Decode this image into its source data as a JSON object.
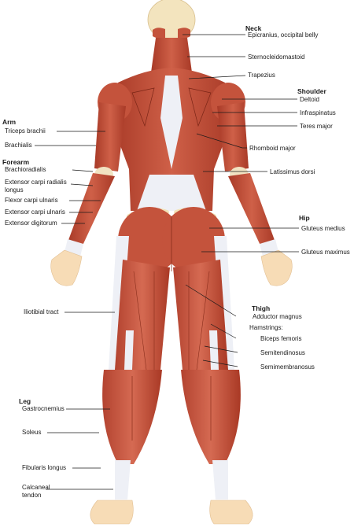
{
  "headers": {
    "neck": "Neck",
    "shoulder": "Shoulder",
    "arm": "Arm",
    "forearm": "Forearm",
    "hip": "Hip",
    "thigh": "Thigh",
    "leg": "Leg"
  },
  "right_labels": {
    "epicranius": "Epicranius, occipital belly",
    "sternocleidomastoid": "Sternocleidomastoid",
    "trapezius": "Trapezius",
    "deltoid": "Deltoid",
    "infraspinatus": "Infraspinatus",
    "teres_major": "Teres major",
    "rhomboid_major": "Rhomboid major",
    "latissimus_dorsi": "Latissimus dorsi",
    "gluteus_medius": "Gluteus medius",
    "gluteus_maximus": "Gluteus maximus",
    "adductor_magnus": "Adductor magnus",
    "hamstrings": "Hamstrings:",
    "biceps_femoris": "Biceps femoris",
    "semitendinosus": "Semitendinosus",
    "semimembranosus": "Semimembranosus"
  },
  "left_labels": {
    "triceps_brachii": "Triceps brachii",
    "brachialis": "Brachialis",
    "brachioradialis": "Brachioradialis",
    "extensor_carpi_radialis_1": "Extensor carpi radialis",
    "extensor_carpi_radialis_2": "longus",
    "flexor_carpi_ulnaris": "Flexor carpi ulnaris",
    "extensor_carpi_ulnaris": "Extensor carpi ulnaris",
    "extensor_digitorum": "Extensor digitorum",
    "iliotibial_tract": "Iliotibial tract",
    "gastrocnemius": "Gastrocnemius",
    "soleus": "Soleus",
    "fibularis_longus": "Fibularis longus",
    "calcaneal_tendon_1": "Calcaneal",
    "calcaneal_tendon_2": "tendon"
  },
  "colors": {
    "muscle": "#c4533c",
    "muscle_dark": "#9a3423",
    "tendon": "#eef0f6",
    "skin": "#f7dcb6",
    "bone": "#f2e2b8",
    "leader": "#1a1a1a"
  }
}
